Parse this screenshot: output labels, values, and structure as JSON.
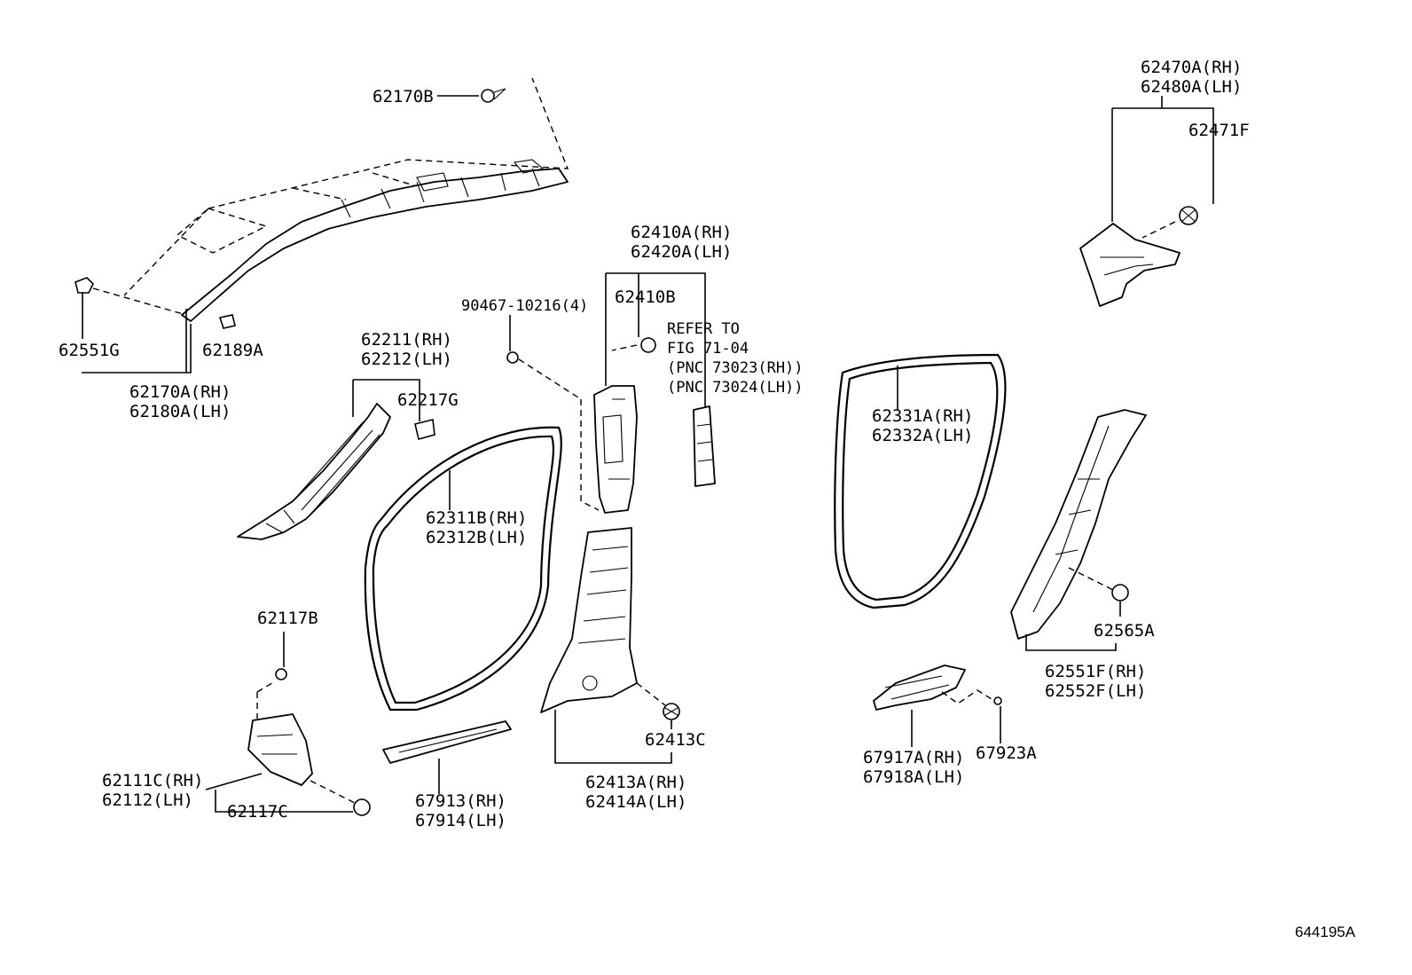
{
  "diagram_ref": "644195A",
  "parts": {
    "p62170B": "62170B",
    "p62551G": "62551G",
    "p62189A": "62189A",
    "p62170A_rh": "62170A(RH)",
    "p62180A_lh": "62180A(LH)",
    "p62211_rh": "62211(RH)",
    "p62212_lh": "62212(LH)",
    "p62217G": "62217G",
    "p90467": "90467-10216(4)",
    "p62410A_rh": "62410A(RH)",
    "p62420A_lh": "62420A(LH)",
    "p62410B": "62410B",
    "refer_1": "REFER TO",
    "refer_2": "FIG 71-04",
    "refer_3": "(PNC 73023(RH))",
    "refer_4": "(PNC 73024(LH))",
    "p62311B_rh": "62311B(RH)",
    "p62312B_lh": "62312B(LH)",
    "p62117B": "62117B",
    "p62111C_rh": "62111C(RH)",
    "p62112_lh": "62112(LH)",
    "p62117C": "62117C",
    "p67913_rh": "67913(RH)",
    "p67914_lh": "67914(LH)",
    "p62413C": "62413C",
    "p62413A_rh": "62413A(RH)",
    "p62414A_lh": "62414A(LH)",
    "p62470A_rh": "62470A(RH)",
    "p62480A_lh": "62480A(LH)",
    "p62471F": "62471F",
    "p62331A_rh": "62331A(RH)",
    "p62332A_lh": "62332A(LH)",
    "p62565A": "62565A",
    "p62551F_rh": "62551F(RH)",
    "p62552F_lh": "62552F(LH)",
    "p67917A_rh": "67917A(RH)",
    "p67918A_lh": "67918A(LH)",
    "p67923A": "67923A"
  }
}
